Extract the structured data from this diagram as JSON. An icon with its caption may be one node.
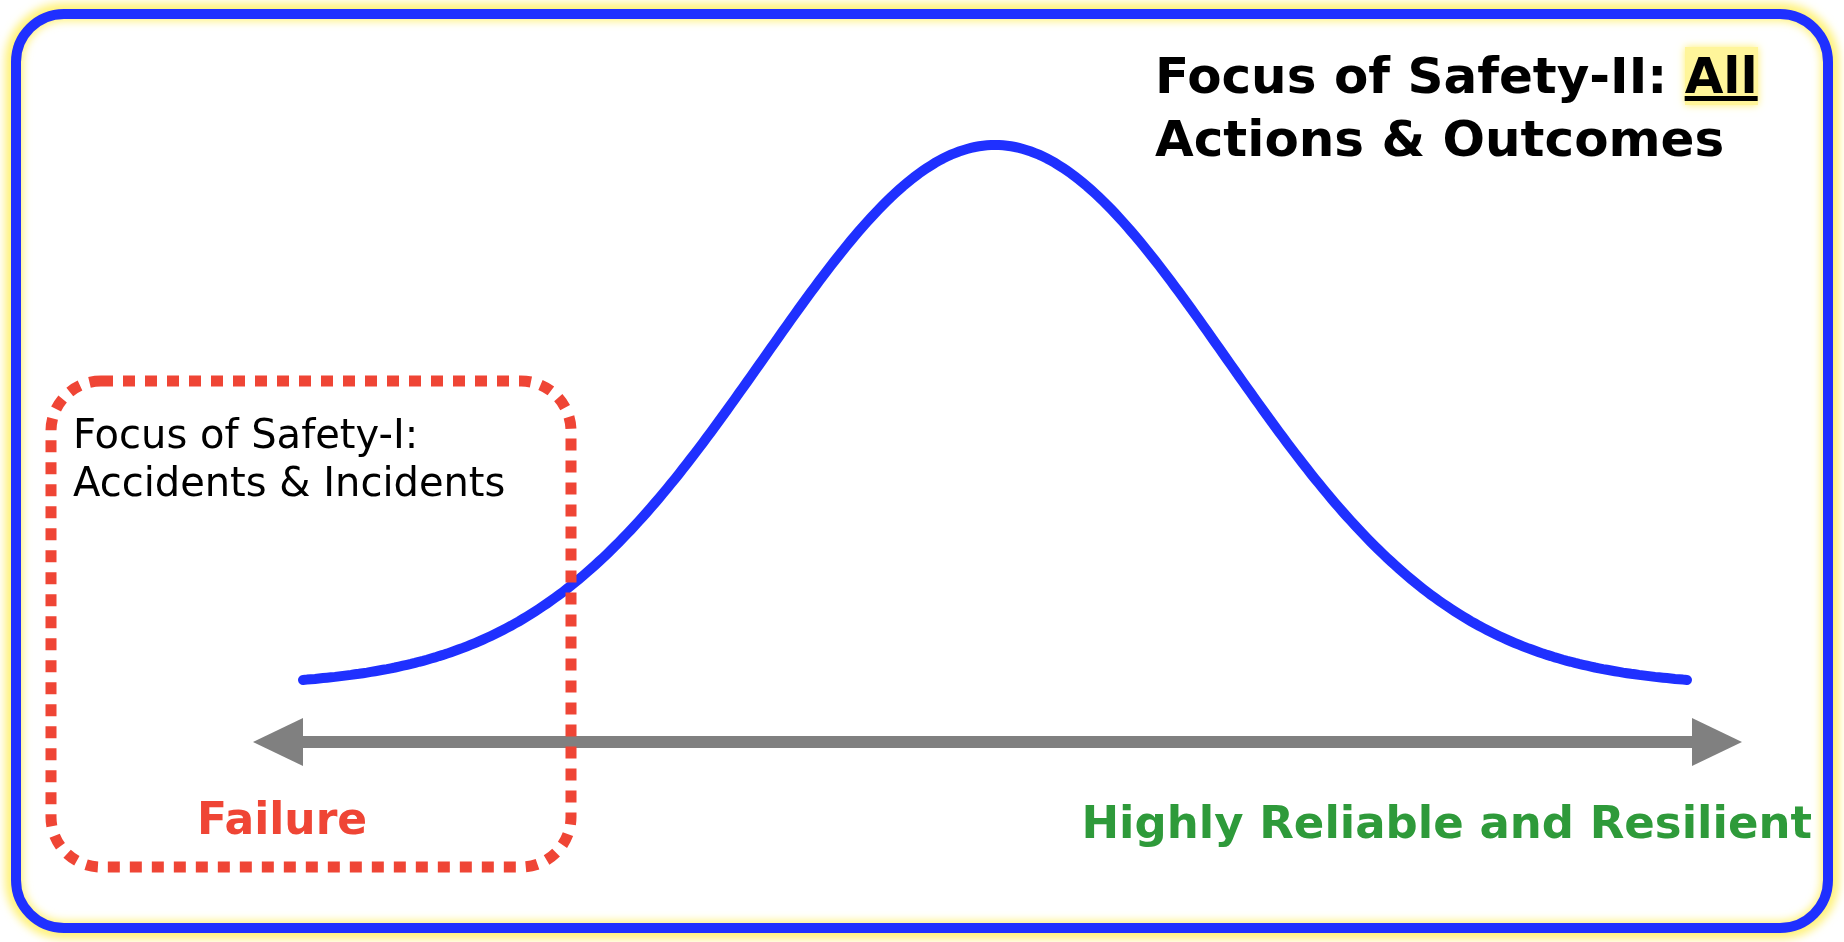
{
  "diagram": {
    "nodes": [
      {
        "text": [
          "Focus of Safety-I: Accidents & Incidents",
          "Failure"
        ]
      }
    ],
    "labels": [
      "Focus of Safety-II: **All** Actions & Outcomes",
      "Highly Reliable and Resilient"
    ]
  }
}
